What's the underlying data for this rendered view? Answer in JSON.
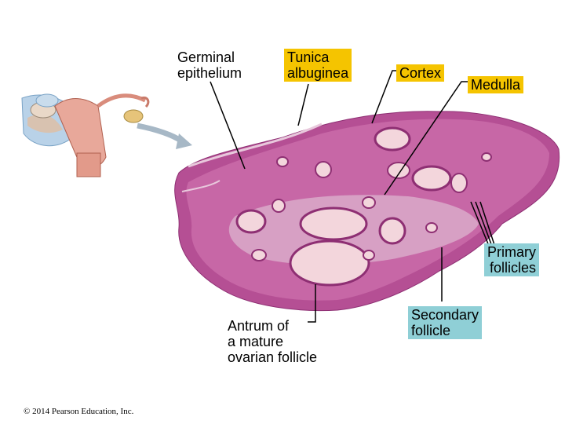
{
  "labels": {
    "germinal_epithelium": "Germinal\nepithelium",
    "tunica_albuginea": "Tunica\nalbuginea",
    "cortex": "Cortex",
    "medulla": "Medulla",
    "primary_follicles": "Primary\nfollicles",
    "antrum": "Antrum of\na mature\novarian follicle",
    "secondary_follicle": "Secondary\nfollicle"
  },
  "copyright": "© 2014 Pearson Education, Inc.",
  "colors": {
    "tunica_box": "#f5c400",
    "cortex_box": "#f5c400",
    "medulla_box": "#f5c400",
    "primary_box": "#8fcfd6",
    "secondary_box": "#8fcfd6",
    "tissue": "#b23c8c",
    "follicle_fill": "#f3d6dc"
  }
}
